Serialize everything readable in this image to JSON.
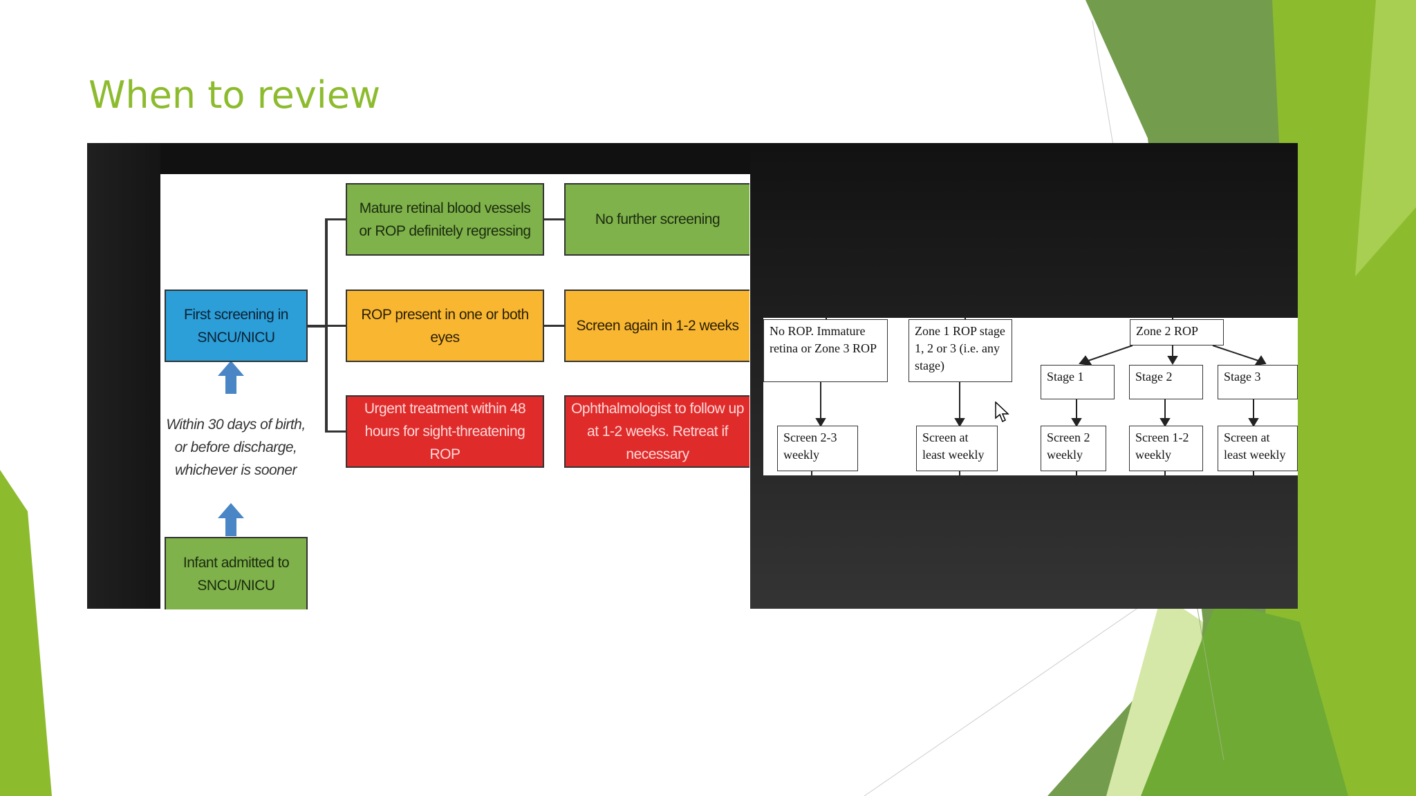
{
  "slide": {
    "title": "When to review"
  },
  "left_flowchart": {
    "start": "Infant admitted to SNCU/NICU",
    "timing_note": "Within 30 days of birth, or before discharge, whichever is sooner",
    "first_screening": "First screening in SNCU/NICU",
    "outcomes": [
      {
        "finding": "Mature retinal blood vessels or ROP definitely regressing",
        "action": "No further screening",
        "color": "#7FB24A"
      },
      {
        "finding": "ROP present in one or both eyes",
        "action": "Screen again in 1-2 weeks",
        "color": "#F9B731"
      },
      {
        "finding": "Urgent treatment within 48 hours for sight-threatening ROP",
        "action": "Ophthalmologist to follow up at 1-2 weeks. Retreat if necessary",
        "color": "#E02B2B"
      }
    ],
    "first_screening_color": "#2C9ED8"
  },
  "right_flowchart": {
    "top_boxes": [
      "No ROP. Immature retina or Zone 3 ROP",
      "Zone 1 ROP stage 1, 2 or 3 (i.e. any stage)",
      "Zone 2 ROP"
    ],
    "stages": [
      "Stage 1",
      "Stage 2",
      "Stage 3"
    ],
    "results": [
      "Screen 2-3 weekly",
      "Screen at least weekly",
      "Screen 2 weekly",
      "Screen 1-2 weekly",
      "Screen at least weekly"
    ]
  },
  "theme": {
    "accent": "#8DBB2E"
  }
}
